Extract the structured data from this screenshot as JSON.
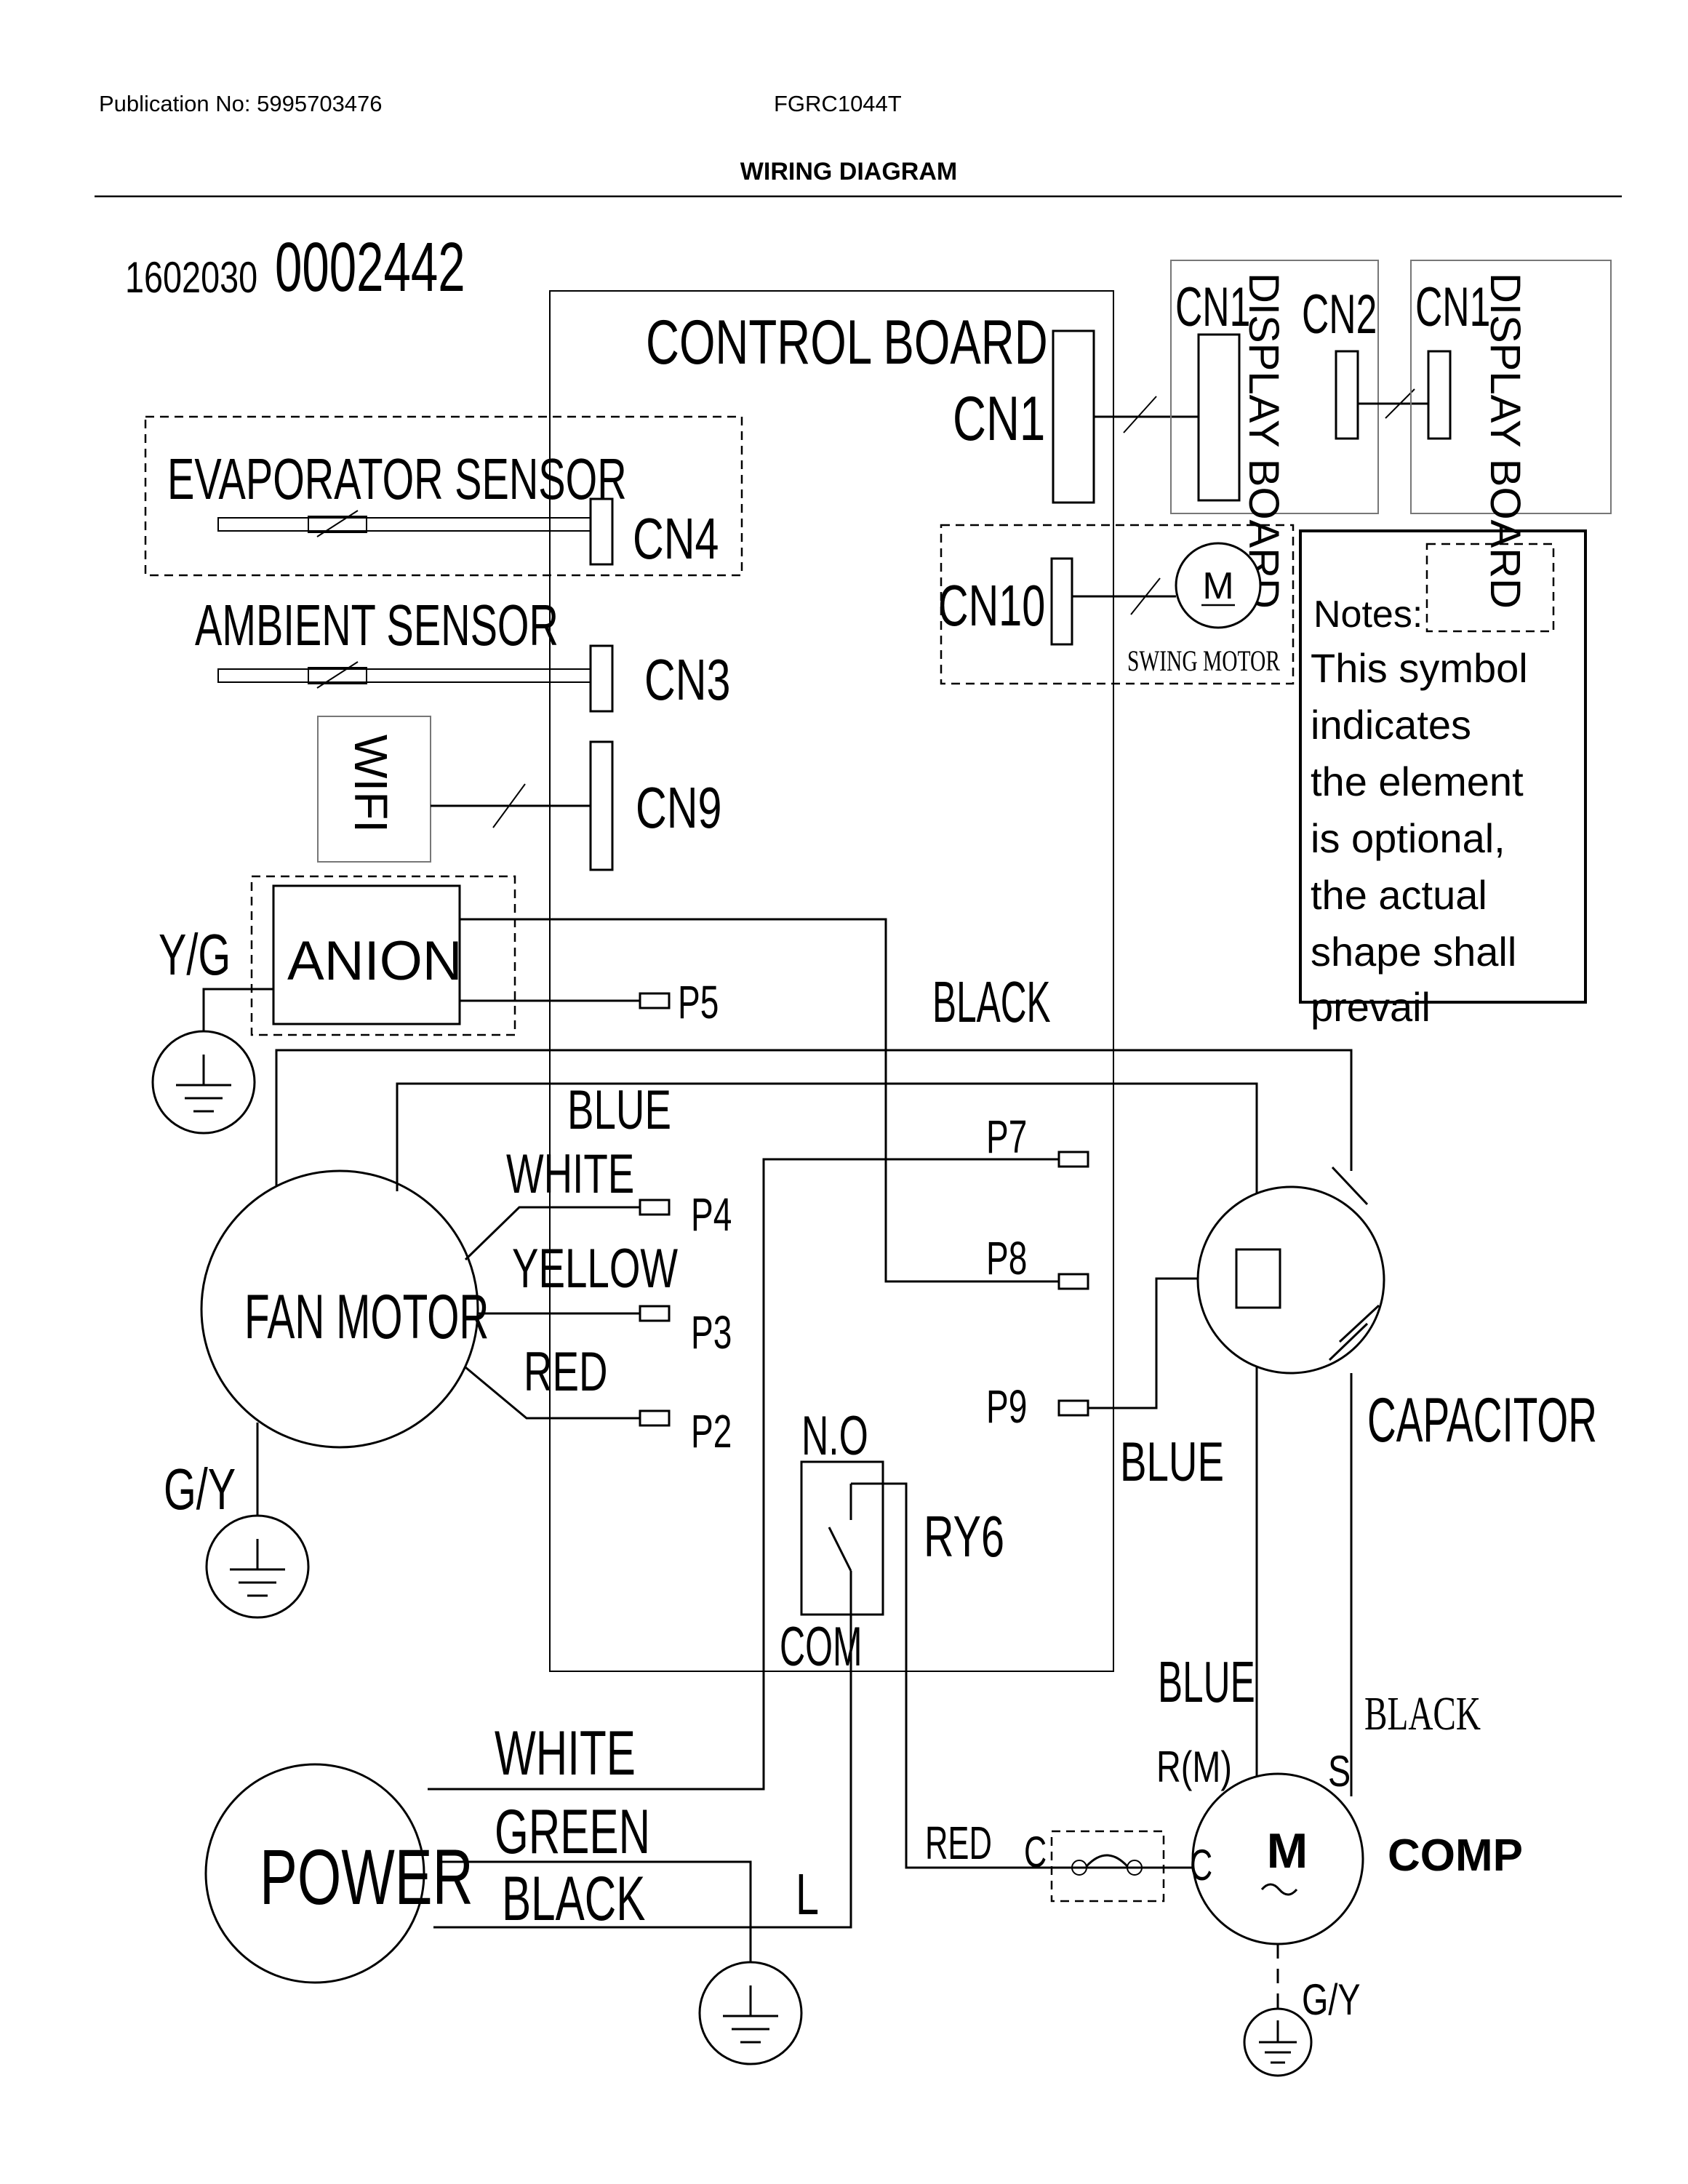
{
  "header": {
    "publication": "Publication No: 5995703476",
    "model": "FGRC1044T",
    "title": "WIRING DIAGRAM"
  },
  "diagram": {
    "part_number_small": "1602030",
    "part_number_large": "0002442",
    "control_board": "CONTROL BOARD",
    "cn1": "CN1",
    "cn2": "CN2",
    "display_board_1": "DISPLAY BOARD",
    "display_board_2": "DISPLAY BOARD",
    "evaporator_sensor": "EVAPORATOR SENSOR",
    "cn4": "CN4",
    "ambient_sensor": "AMBIENT SENSOR",
    "cn3": "CN3",
    "wifi": "WIFI",
    "cn9": "CN9",
    "cn10": "CN10",
    "swing_motor": "SWING MOTOR",
    "motor_symbol": "M",
    "anion": "ANION",
    "yg": "Y/G",
    "p5": "P5",
    "black_top": "BLACK",
    "blue_top": "BLUE",
    "white_fan": "WHITE",
    "p4": "P4",
    "yellow": "YELLOW",
    "p3": "P3",
    "red_fan": "RED",
    "p2": "P2",
    "p7": "P7",
    "p8": "P8",
    "p9": "P9",
    "fan_motor": "FAN MOTOR",
    "gy_left": "G/Y",
    "no": "N.O",
    "ry6": "RY6",
    "com": "COM",
    "blue_cap": "BLUE",
    "capacitor": "CAPACITOR",
    "blue_comp": "BLUE",
    "black_comp": "BLACK",
    "r_m": "R(M)",
    "s": "S",
    "comp_m": "M",
    "comp": "COMP",
    "c_left": "C",
    "c_right": "C",
    "red_comp": "RED",
    "power": "POWER",
    "white_power": "WHITE",
    "green": "GREEN",
    "black_power": "BLACK",
    "l": "L",
    "gy_comp": "G/Y"
  },
  "notes": {
    "lines": [
      "Notes:",
      "This symbol",
      "indicates",
      "the element",
      "is optional,",
      "the actual",
      "shape shall",
      "prevail"
    ]
  }
}
